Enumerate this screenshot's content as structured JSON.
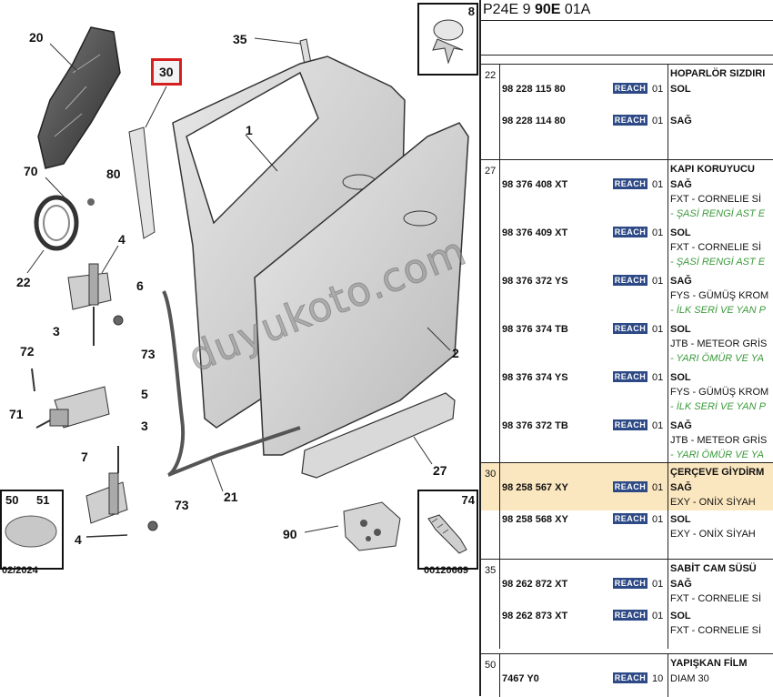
{
  "header": {
    "prefix": "P24E 9 ",
    "bold": "90E",
    "suffix": " 01A"
  },
  "callouts": {
    "c20": "20",
    "c30": "30",
    "c35": "35",
    "c1": "1",
    "c70": "70",
    "c80": "80",
    "c22": "22",
    "c4a": "4",
    "c6": "6",
    "c3a": "3",
    "c73a": "73",
    "c72": "72",
    "c5": "5",
    "c71": "71",
    "c3b": "3",
    "c7": "7",
    "c73b": "73",
    "c4b": "4",
    "c21": "21",
    "c2": "2",
    "c27": "27",
    "c90": "90"
  },
  "insets": {
    "i8": "8",
    "i50": "50",
    "i51": "51",
    "i50_code": "02/2024",
    "i74": "74",
    "i74_code": "00120669"
  },
  "watermark": "duyukoto.com",
  "reach_label": "REACH",
  "groups": [
    {
      "ref": "22",
      "title": "HOPARLÖR SIZDIRI",
      "rows": [
        {
          "pn": "98 228 115 80",
          "qty": "01",
          "side": "SOL"
        },
        {
          "pn": "98 228 114 80",
          "qty": "01",
          "side": "SAĞ"
        }
      ]
    },
    {
      "ref": "27",
      "title": "KAPI KORUYUCU",
      "rows": [
        {
          "pn": "98 376 408 XT",
          "qty": "01",
          "side": "SAĞ",
          "note": "FXT - CORNELIE Sİ",
          "green": "- ŞASİ RENGİ AST E"
        },
        {
          "pn": "98 376 409 XT",
          "qty": "01",
          "side": "SOL",
          "note": "FXT - CORNELIE Sİ",
          "green": "- ŞASİ RENGİ AST E"
        },
        {
          "pn": "98 376 372 YS",
          "qty": "01",
          "side": "SAĞ",
          "note": "FYS - GÜMÜŞ KROM",
          "green": "- İLK SERİ VE YAN P"
        },
        {
          "pn": "98 376 374 TB",
          "qty": "01",
          "side": "SOL",
          "note": "JTB - METEOR GRİS",
          "green": "- YARI ÖMÜR VE YA"
        },
        {
          "pn": "98 376 374 YS",
          "qty": "01",
          "side": "SOL",
          "note": "FYS - GÜMÜŞ KROM",
          "green": "- İLK SERİ VE YAN P"
        },
        {
          "pn": "98 376 372 TB",
          "qty": "01",
          "side": "SAĞ",
          "note": "JTB - METEOR GRİS",
          "green": "- YARI ÖMÜR VE YA"
        }
      ]
    },
    {
      "ref": "30",
      "title": "ÇERÇEVE GİYDİRM",
      "selected": true,
      "rows": [
        {
          "pn": "98 258 567 XY",
          "qty": "01",
          "side": "SAĞ",
          "note": "EXY - ONİX SİYAH"
        },
        {
          "pn": "98 258 568 XY",
          "qty": "01",
          "side": "SOL",
          "note": "EXY - ONİX SİYAH"
        }
      ]
    },
    {
      "ref": "35",
      "title": "SABİT CAM SÜSÜ",
      "rows": [
        {
          "pn": "98 262 872 XT",
          "qty": "01",
          "side": "SAĞ",
          "note": "FXT - CORNELIE Sİ"
        },
        {
          "pn": "98 262 873 XT",
          "qty": "01",
          "side": "SOL",
          "note": "FXT - CORNELIE Sİ"
        }
      ]
    },
    {
      "ref": "50",
      "title": "YAPIŞKAN FİLM",
      "rows": [
        {
          "pn": "7467 Y0",
          "qty": "10",
          "side": "DIAM 30"
        }
      ]
    }
  ]
}
